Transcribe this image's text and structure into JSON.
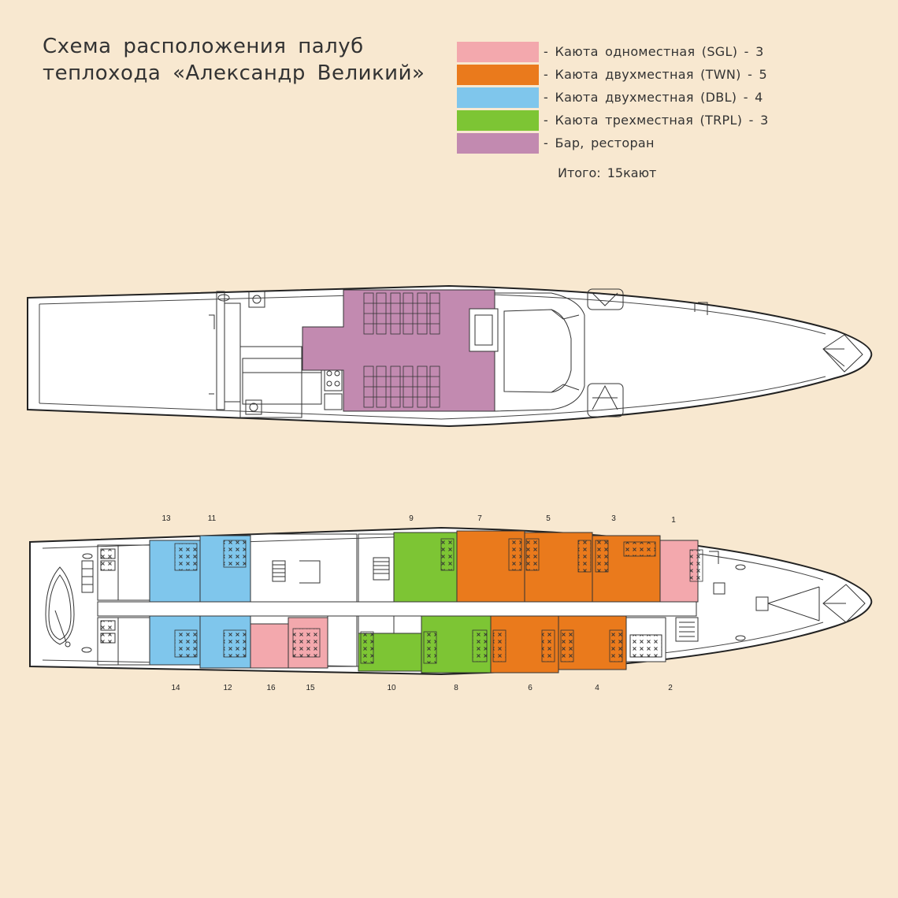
{
  "title": {
    "line1": "Схема расположения палуб",
    "line2": "теплохода «Александр Великий»"
  },
  "colors": {
    "background": "#f8e8d0",
    "sgl": "#f3a8ad",
    "twn": "#ea7a1c",
    "dbl": "#7fc6ec",
    "trpl": "#7dc534",
    "bar": "#c28ab0",
    "hull": "#ffffff",
    "line": "#222222"
  },
  "legend": [
    {
      "key": "sgl",
      "label": "- Каюта одноместная (SGL) - 3"
    },
    {
      "key": "twn",
      "label": "- Каюта двухместная (TWN) - 5"
    },
    {
      "key": "dbl",
      "label": "- Каюта двухместная (DBL) - 4"
    },
    {
      "key": "trpl",
      "label": "- Каюта трехместная (TRPL) - 3"
    },
    {
      "key": "bar",
      "label": "- Бар, ресторан"
    }
  ],
  "total": "Итого: 15кают",
  "cabins": {
    "top": [
      {
        "number": "13",
        "type": "dbl"
      },
      {
        "number": "11",
        "type": "dbl"
      },
      {
        "number": "9",
        "type": "trpl"
      },
      {
        "number": "7",
        "type": "twn"
      },
      {
        "number": "5",
        "type": "twn"
      },
      {
        "number": "3",
        "type": "twn"
      },
      {
        "number": "1",
        "type": "sgl"
      }
    ],
    "bottom": [
      {
        "number": "14",
        "type": "dbl"
      },
      {
        "number": "12",
        "type": "dbl"
      },
      {
        "number": "16",
        "type": "sgl"
      },
      {
        "number": "15",
        "type": "sgl"
      },
      {
        "number": "10",
        "type": "trpl"
      },
      {
        "number": "8",
        "type": "trpl"
      },
      {
        "number": "6",
        "type": "twn"
      },
      {
        "number": "4",
        "type": "twn"
      },
      {
        "number": "2",
        "type": "sgl"
      }
    ]
  }
}
